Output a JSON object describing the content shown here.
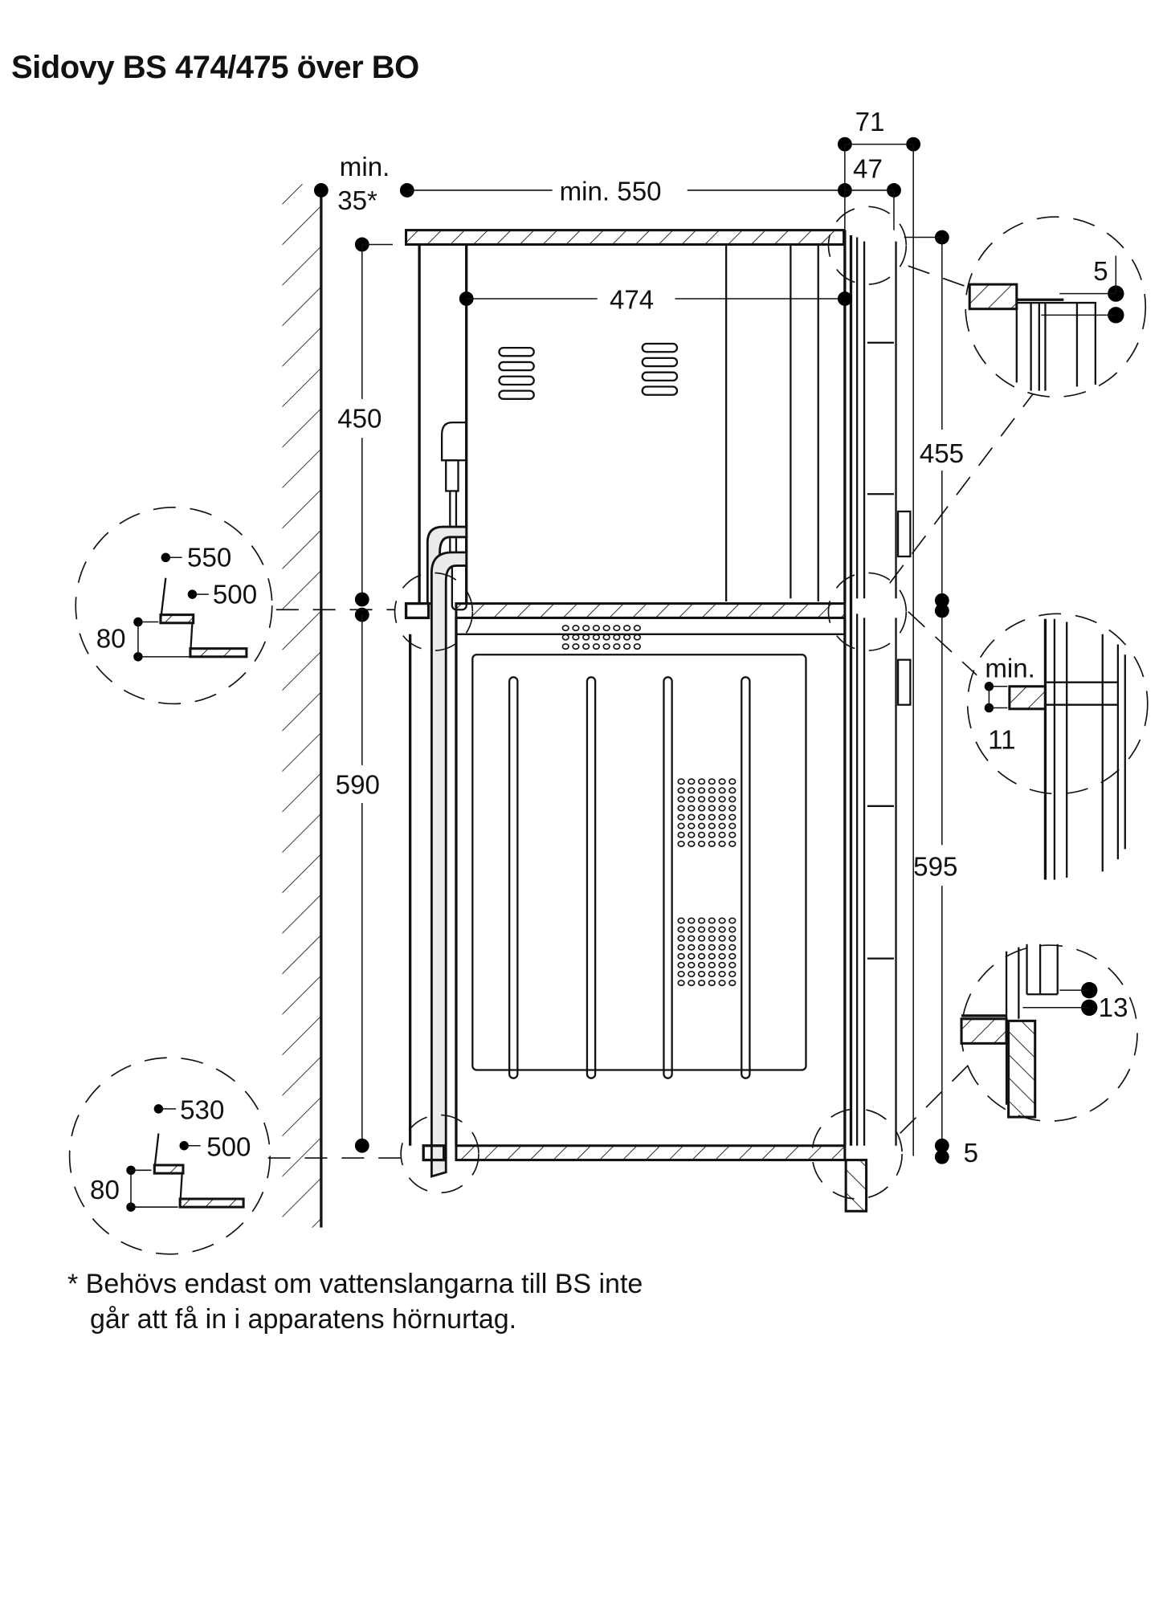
{
  "title": "Sidovy BS 474/475 över BO",
  "dimensions": {
    "wall_clearance_min": "min.",
    "wall_clearance_value": "35*",
    "depth_min": "min. 550",
    "door_depth_71": "71",
    "door_depth_47": "47",
    "appliance_depth": "474",
    "upper_height": "450",
    "upper_front_height": "455",
    "lower_height": "590",
    "lower_front_height": "595",
    "bottom_gap": "5"
  },
  "details": {
    "top_right": {
      "value": "5"
    },
    "mid_left": {
      "upper": "550",
      "lower": "500",
      "height": "80"
    },
    "mid_right": {
      "label": "min.",
      "value": "11"
    },
    "bottom_right": {
      "value": "13"
    },
    "bottom_left": {
      "upper": "530",
      "lower": "500",
      "height": "80"
    }
  },
  "footnote": {
    "line1": "* Behövs endast om vattenslangarna till BS inte",
    "line2": "går att få in i apparatens hörnurtag."
  }
}
